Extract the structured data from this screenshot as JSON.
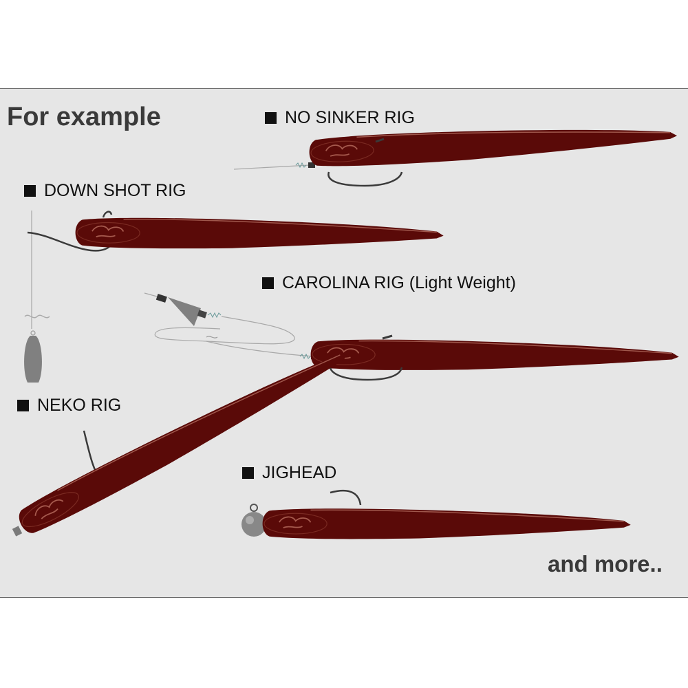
{
  "heading": "For example",
  "rigs": [
    {
      "label": "NO SINKER RIG"
    },
    {
      "label": "DOWN SHOT RIG"
    },
    {
      "label": "CAROLINA RIG (Light Weight)"
    },
    {
      "label": "NEKO RIG"
    },
    {
      "label": "JIGHEAD"
    }
  ],
  "footer": "and more..",
  "colors": {
    "background": "#e6e6e6",
    "worm_body": "#5a0a08",
    "worm_highlight": "#a65a4e",
    "hook": "#3a3a3a",
    "sinker": "#808080"
  },
  "icons": [
    "bullet-square-icon",
    "worm-lure-icon",
    "hook-icon",
    "sinker-icon",
    "jighead-icon",
    "swivel-icon"
  ]
}
